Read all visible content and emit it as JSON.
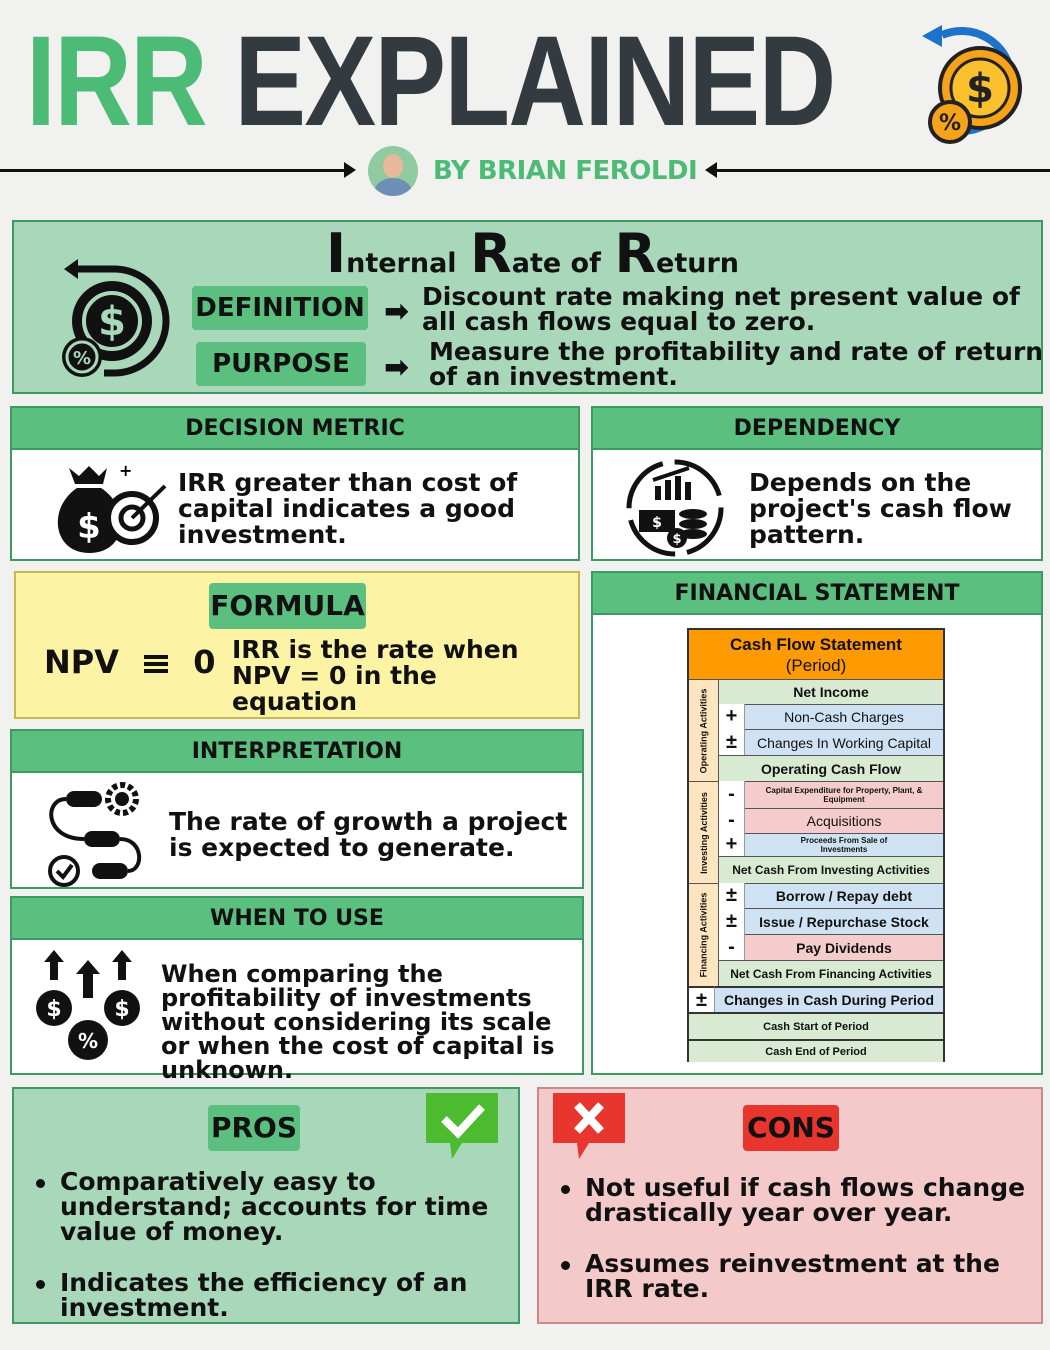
{
  "header": {
    "title_part1": "IRR",
    "title_part2": "EXPLAINED",
    "byline": "BY BRIAN FEROLDI"
  },
  "intro": {
    "heading": [
      {
        "initial": "I",
        "rest": "nternal"
      },
      {
        "initial": "R",
        "rest": "ate of"
      },
      {
        "initial": "R",
        "rest": "eturn"
      }
    ],
    "definition_label": "DEFINITION",
    "definition_text": "Discount rate making net present value of all cash flows equal to zero.",
    "purpose_label": "PURPOSE",
    "purpose_text": "Measure the profitability and rate of return of an investment."
  },
  "decision_metric": {
    "title": "DECISION METRIC",
    "text": "IRR greater than cost of capital indicates a good investment."
  },
  "dependency": {
    "title": "DEPENDENCY",
    "text": "Depends on the project's cash flow pattern."
  },
  "formula": {
    "title": "FORMULA",
    "lhs": "NPV",
    "op": "=",
    "rhs": "0",
    "text": "IRR is the rate when NPV = 0 in the equation"
  },
  "interpretation": {
    "title": "INTERPRETATION",
    "text": "The rate of growth a project is expected to generate."
  },
  "when_to_use": {
    "title": "WHEN TO USE",
    "text": "When comparing the profitability of investments without considering its scale or when the cost of capital is unknown."
  },
  "financial_statement": {
    "title": "FINANCIAL STATEMENT",
    "table_title": "Cash Flow Statement",
    "table_subtitle": "(Period)",
    "sections": [
      "Operating Activities",
      "Investing Activities",
      "Financing Activities"
    ],
    "rows": [
      {
        "sign": "",
        "label": "Net Income"
      },
      {
        "sign": "+",
        "label": "Non-Cash Charges"
      },
      {
        "sign": "±",
        "label": "Changes In Working Capital"
      },
      {
        "sign": "",
        "label": "Operating Cash Flow"
      },
      {
        "sign": "-",
        "label": "Capital Expenditure for Property, Plant, & Equipment"
      },
      {
        "sign": "-",
        "label": "Acquisitions"
      },
      {
        "sign": "+",
        "label": "Proceeds From Sale of Investments"
      },
      {
        "sign": "",
        "label": "Net Cash From Investing Activities"
      },
      {
        "sign": "±",
        "label": "Borrow / Repay debt"
      },
      {
        "sign": "±",
        "label": "Issue / Repurchase Stock"
      },
      {
        "sign": "-",
        "label": "Pay Dividends"
      },
      {
        "sign": "",
        "label": "Net Cash From Financing Activities"
      },
      {
        "sign": "±",
        "label": "Changes in Cash During Period"
      },
      {
        "sign": "",
        "label": "Cash Start of Period"
      },
      {
        "sign": "",
        "label": "Cash End of Period"
      }
    ]
  },
  "pros": {
    "title": "PROS",
    "items": [
      "Comparatively easy to understand; accounts for time value of money.",
      "Indicates the efficiency of an investment."
    ]
  },
  "cons": {
    "title": "CONS",
    "items": [
      "Not useful if cash flows change drastically year over year.",
      "Assumes reinvestment at the IRR rate."
    ]
  },
  "colors": {
    "green": "#4cbb76",
    "header_green": "#5bbf7f",
    "light_green": "#a8d8b9",
    "yellow": "#fdf3a5",
    "pink": "#f3c9ca",
    "red": "#e8352e",
    "orange": "#ff9a00"
  }
}
